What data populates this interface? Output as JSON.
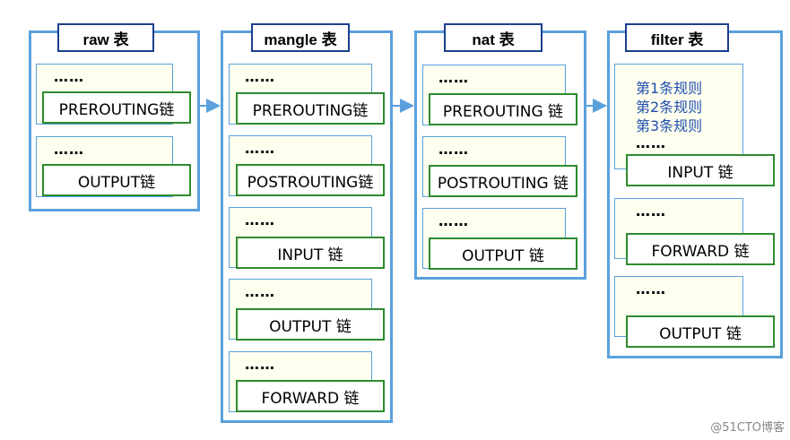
{
  "tables": {
    "raw": {
      "title": "raw 表",
      "chains": [
        {
          "dots": "……",
          "name": "PREROUTING链"
        },
        {
          "dots": "……",
          "name": "OUTPUT链"
        }
      ]
    },
    "mangle": {
      "title": "mangle 表",
      "chains": [
        {
          "dots": "……",
          "name": "PREROUTING链"
        },
        {
          "dots": "……",
          "name": "POSTROUTING链"
        },
        {
          "dots": "……",
          "name": "INPUT 链"
        },
        {
          "dots": "……",
          "name": "OUTPUT 链"
        },
        {
          "dots": "……",
          "name": "FORWARD 链"
        }
      ]
    },
    "nat": {
      "title": "nat 表",
      "chains": [
        {
          "dots": "……",
          "name": "PREROUTING 链"
        },
        {
          "dots": "……",
          "name": "POSTROUTING 链"
        },
        {
          "dots": "……",
          "name": "OUTPUT 链"
        }
      ]
    },
    "filter": {
      "title": "filter 表",
      "rules": [
        "第1条规则",
        "第2条规则",
        "第3条规则"
      ],
      "chains": [
        {
          "dots": "……",
          "name": "INPUT 链"
        },
        {
          "dots": "……",
          "name": "FORWARD 链"
        },
        {
          "dots": "……",
          "name": "OUTPUT 链"
        }
      ]
    }
  },
  "watermark": "@51CTO博客",
  "colors": {
    "table_border": "#5aa0dc",
    "title_border": "#1a3f8c",
    "chain_border": "#2e8b2e",
    "rule_fill": "#fffff0",
    "rule_text": "#1f4fae"
  }
}
